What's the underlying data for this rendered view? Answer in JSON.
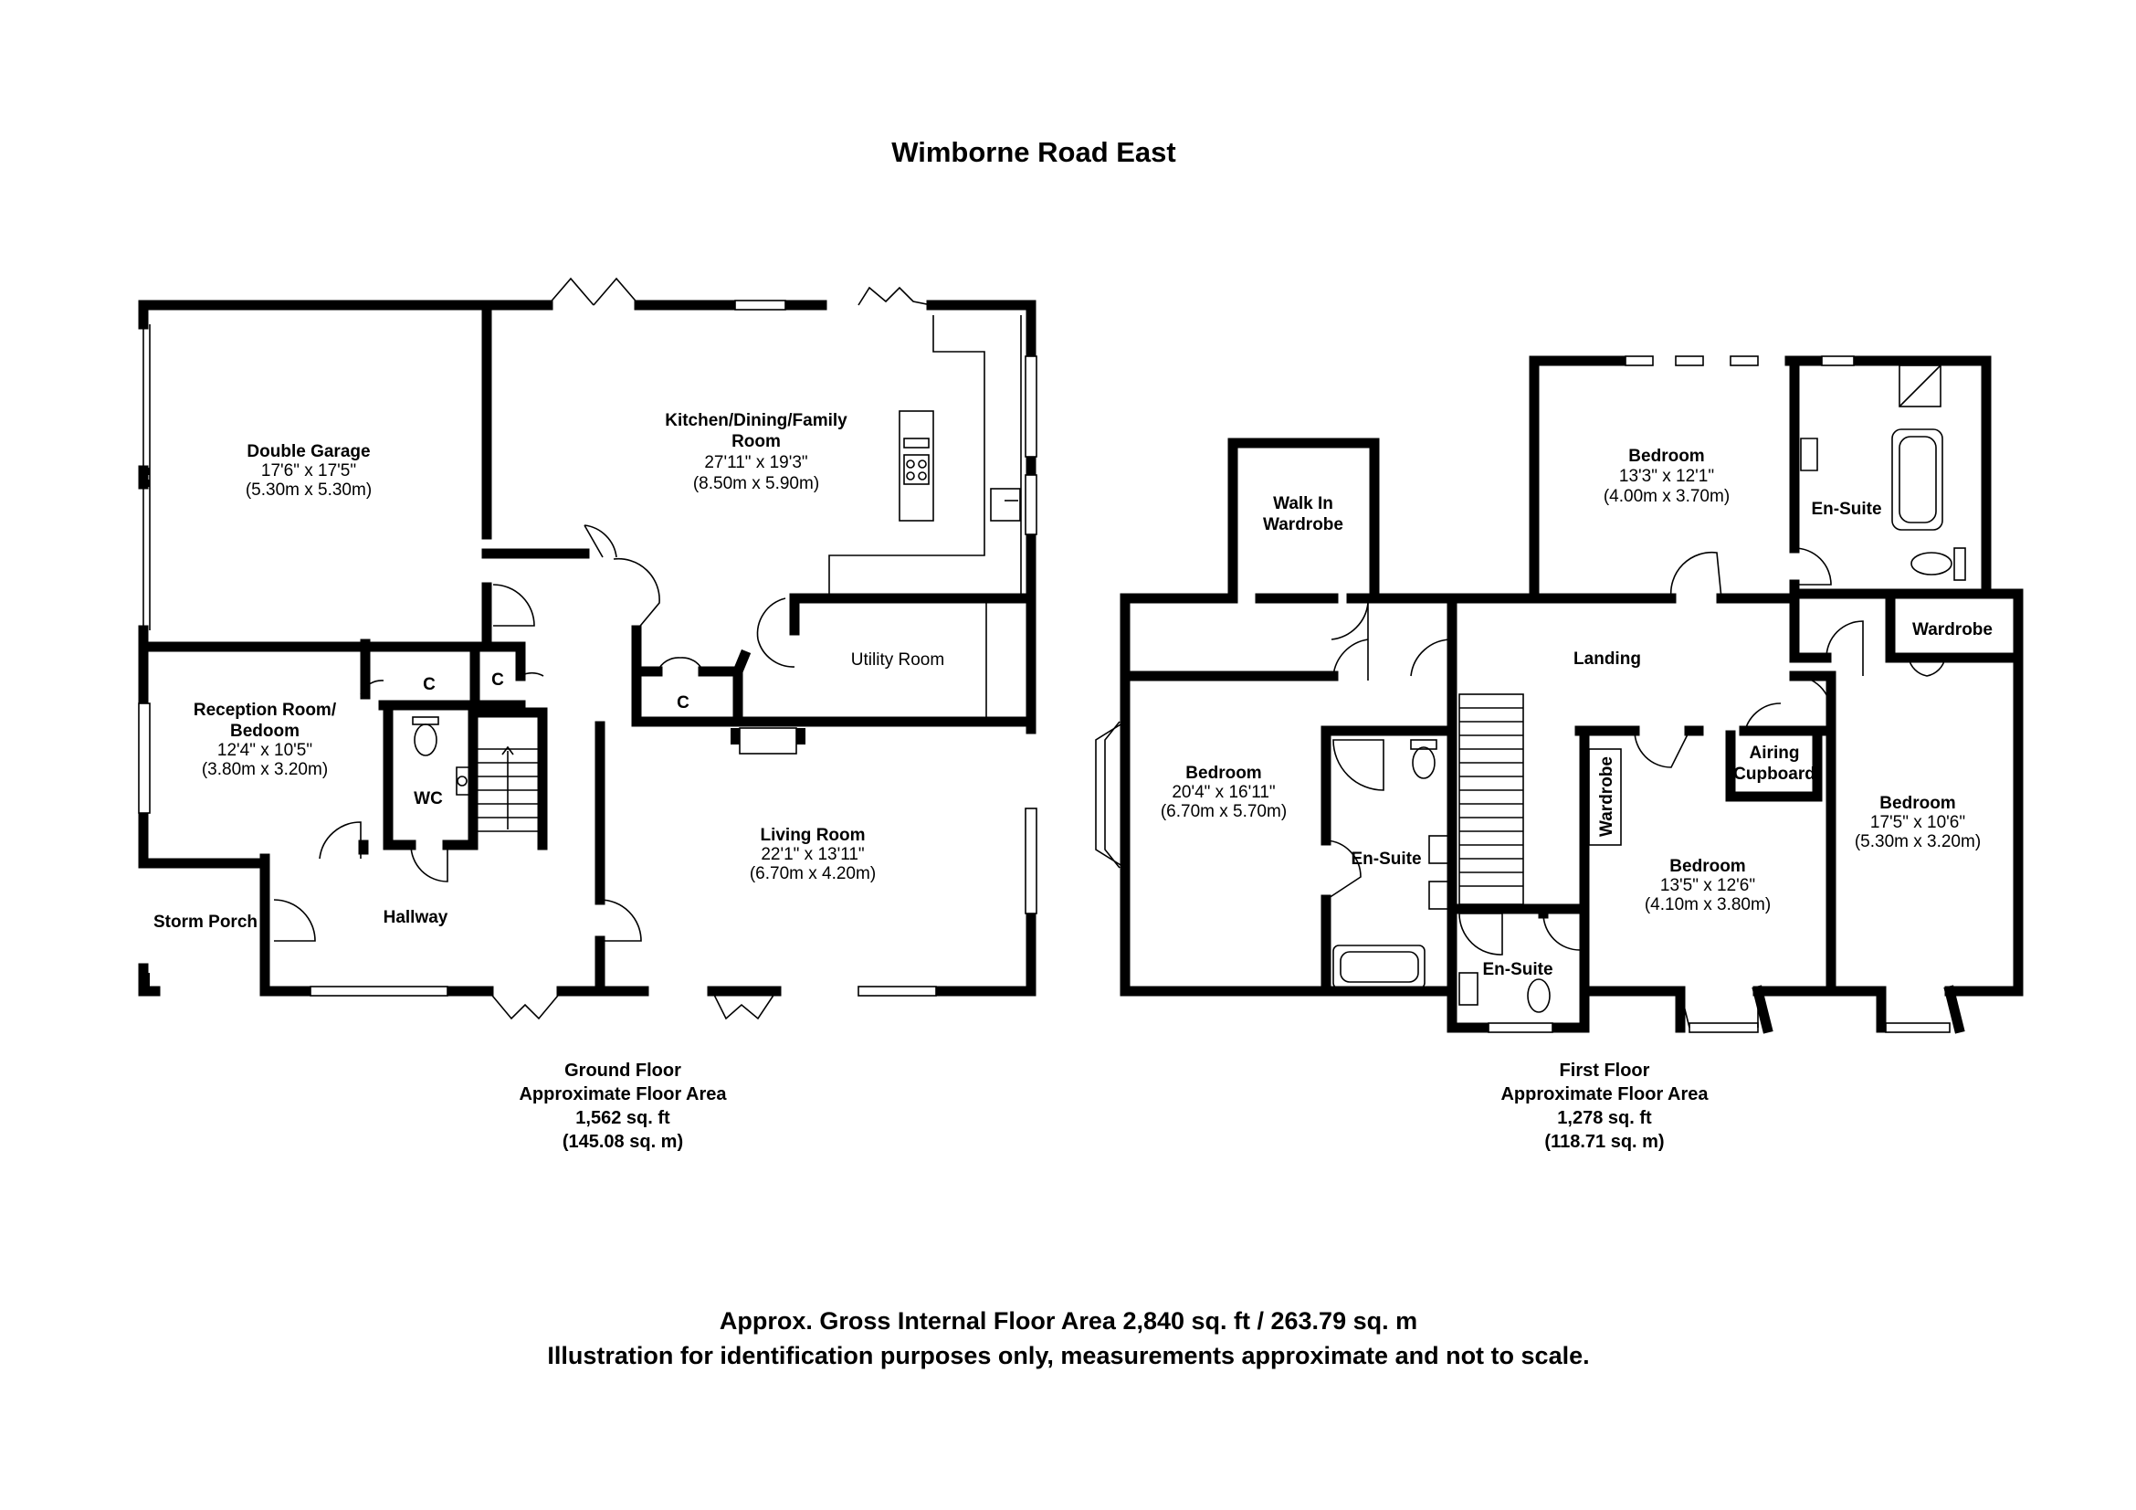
{
  "title": "Wimborne Road East",
  "ground_floor": {
    "rooms": {
      "double_garage": {
        "name": "Double Garage",
        "imperial": "17'6\" x 17'5\"",
        "metric": "(5.30m x 5.30m)"
      },
      "kitchen": {
        "name_line1": "Kitchen/Dining/Family",
        "name_line2": "Room",
        "imperial": "27'11\" x 19'3\"",
        "metric": "(8.50m x 5.90m)"
      },
      "utility": {
        "name": "Utility Room"
      },
      "reception": {
        "name_line1": "Reception Room/",
        "name_line2": "Bedoom",
        "imperial": "12'4\" x 10'5\"",
        "metric": "(3.80m x 3.20m)"
      },
      "wc": {
        "name": "WC"
      },
      "living": {
        "name": "Living Room",
        "imperial": "22'1\" x 13'11\"",
        "metric": "(6.70m x 4.20m)"
      },
      "hallway": {
        "name": "Hallway"
      },
      "storm_porch": {
        "name": "Storm Porch"
      },
      "cupboard_label": "C"
    },
    "area": {
      "line1": "Ground Floor",
      "line2": "Approximate Floor Area",
      "line3": "1,562 sq. ft",
      "line4": "(145.08 sq. m)"
    }
  },
  "first_floor": {
    "rooms": {
      "walk_in": {
        "line1": "Walk In",
        "line2": "Wardrobe"
      },
      "bedroom_left": {
        "name": "Bedroom",
        "imperial": "20'4\" x 16'11\"",
        "metric": "(6.70m x 5.70m)"
      },
      "ensuite_left": {
        "name": "En-Suite"
      },
      "ensuite_small": {
        "name": "En-Suite"
      },
      "landing": {
        "name": "Landing"
      },
      "bedroom_top": {
        "name": "Bedroom",
        "imperial": "13'3\" x 12'1\"",
        "metric": "(4.00m x 3.70m)"
      },
      "ensuite_top": {
        "name": "En-Suite"
      },
      "wardrobe_right": {
        "name": "Wardrobe"
      },
      "wardrobe_mid": {
        "name": "Wardrobe"
      },
      "airing": {
        "line1": "Airing",
        "line2": "Cupboard"
      },
      "bedroom_mid": {
        "name": "Bedroom",
        "imperial": "13'5\" x 12'6\"",
        "metric": "(4.10m x 3.80m)"
      },
      "bedroom_right": {
        "name": "Bedroom",
        "imperial": "17'5\" x 10'6\"",
        "metric": "(5.30m x 3.20m)"
      }
    },
    "area": {
      "line1": "First Floor",
      "line2": "Approximate Floor Area",
      "line3": "1,278 sq. ft",
      "line4": "(118.71 sq. m)"
    }
  },
  "footer": {
    "line1": "Approx. Gross Internal Floor Area 2,840 sq. ft / 263.79 sq. m",
    "line2": "Illustration for identification purposes only, measurements approximate and not to scale."
  }
}
